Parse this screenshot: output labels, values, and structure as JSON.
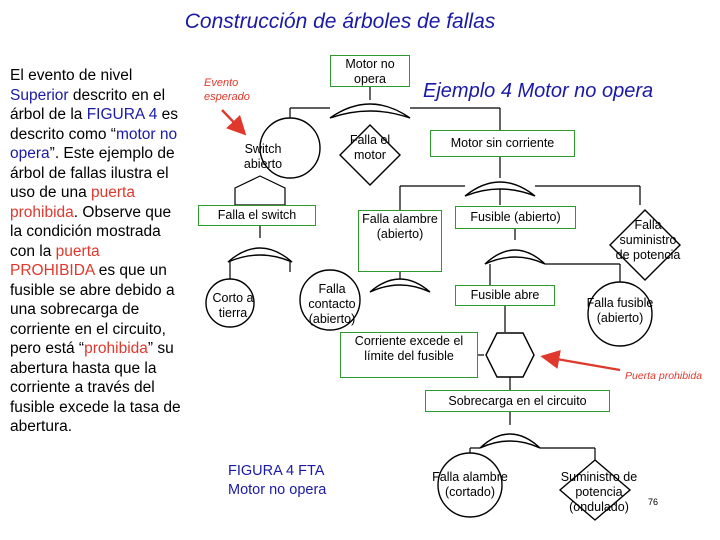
{
  "title": "Construcción de árboles de fallas",
  "paragraph": {
    "p1": "El evento de nivel ",
    "p2": "Superior",
    "p3": " descrito en el árbol de la ",
    "p4": "FIGURA 4",
    "p5": " es descrito como “",
    "p6": "motor no opera",
    "p7": "”. Este ejemplo de árbol de fallas ilustra el uso de una ",
    "p8": "puerta prohibida",
    "p9": ". Observe que la condición mostrada con la ",
    "p10": "puerta PROHIBIDA",
    "p11": " es que un fusible se abre debido a una sobrecarga de corriente en el circuito, pero está “",
    "p12": "prohibida",
    "p13": "” su abertura hasta que la corriente a través del fusible excede la tasa de abertura."
  },
  "example_title": "Ejemplo 4 Motor no opera",
  "evento_esperado": "Evento esperado",
  "puerta_prohibida": "Puerta prohibida",
  "figure_caption_1": "FIGURA 4 FTA",
  "figure_caption_2": "Motor no opera",
  "page_number": "76",
  "nodes": {
    "motor_no_opera": "Motor no opera",
    "falla_motor": "Falla el motor",
    "motor_sin_corriente": "Motor sin corriente",
    "switch_abierto": "Switch abierto",
    "falla_switch": "Falla el switch",
    "falla_alambre_abierto": "Falla alambre (abierto)",
    "fusible_abierto": "Fusible (abierto)",
    "falla_suministro": "Falla suministro de potencia",
    "corto_tierra": "Corto a tierra",
    "falla_contacto": "Falla contacto (abierto)",
    "fusible_abre": "Fusible abre",
    "falla_fusible": "Falla fusible (abierto)",
    "corriente_excede": "Corriente excede el límite del fusible",
    "sobrecarga": "Sobrecarga en el circuito",
    "falla_alambre_cortado": "Falla alambre (cortado)",
    "suministro_ondulado": "Suministro de potencia (ondulado)"
  },
  "colors": {
    "title_blue": "#1a1aa6",
    "highlight_red": "#e0382c",
    "box_green": "#2e9a2e"
  }
}
